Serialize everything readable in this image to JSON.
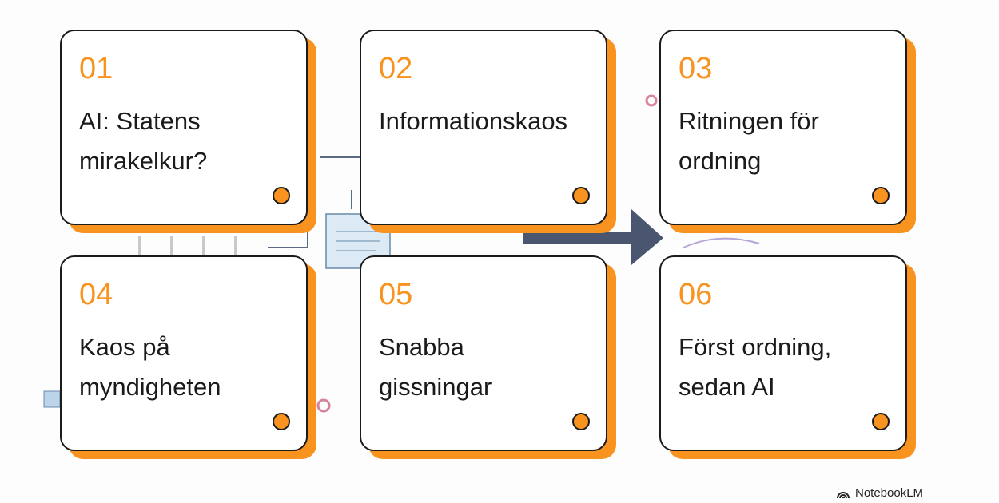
{
  "cards": [
    {
      "number": "01",
      "title": "AI: Statens mirakelkur?"
    },
    {
      "number": "02",
      "title": "Informationskaos"
    },
    {
      "number": "03",
      "title": "Ritningen för ordning"
    },
    {
      "number": "04",
      "title": "Kaos på myndigheten"
    },
    {
      "number": "05",
      "title": "Snabba gissningar"
    },
    {
      "number": "06",
      "title": "Först ordning, sedan AI"
    }
  ],
  "brand": {
    "label": "NotebookLM",
    "icon": "notebooklm-logo-icon"
  },
  "colors": {
    "accent": "#f7931e",
    "border": "#1b1b1b"
  }
}
